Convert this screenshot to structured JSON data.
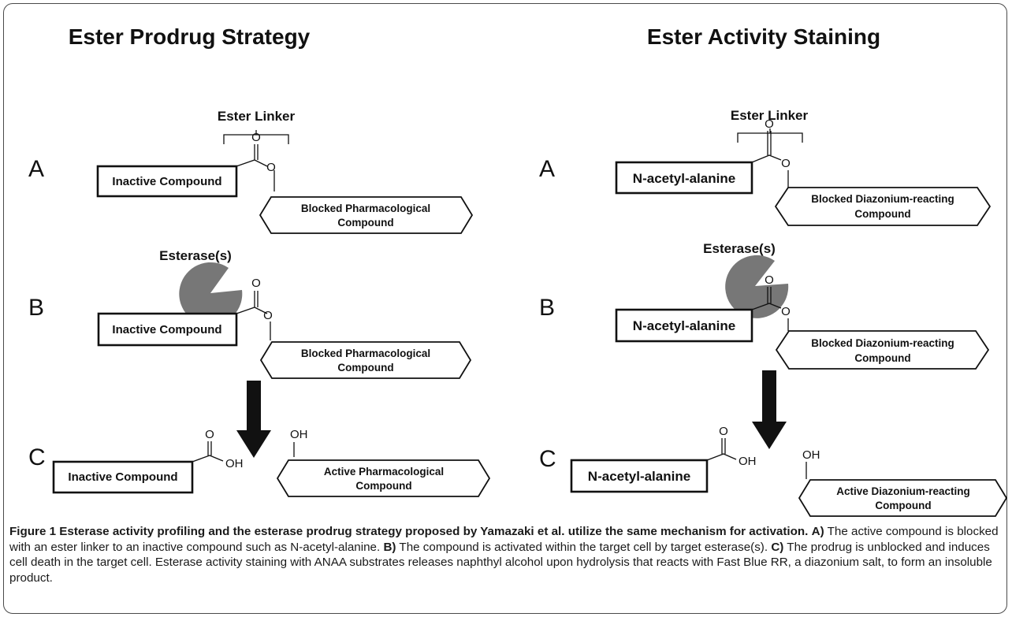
{
  "left_panel": {
    "title": "Ester Prodrug Strategy",
    "linker_label": "Ester Linker",
    "row_a_letter": "A",
    "row_b_letter": "B",
    "row_c_letter": "C",
    "enzyme_label": "Esterase(s)",
    "left_box": "Inactive Compound",
    "blocked_line1": "Blocked Pharmacological",
    "blocked_line2": "Compound",
    "active_line1": "Active Pharmacological",
    "active_line2": "Compound"
  },
  "right_panel": {
    "title": "Ester Activity Staining",
    "linker_label": "Ester Linker",
    "row_a_letter": "A",
    "row_b_letter": "B",
    "row_c_letter": "C",
    "enzyme_label": "Esterase(s)",
    "left_box": "N-acetyl-alanine",
    "blocked_line1": "Blocked Diazonium-reacting",
    "blocked_line2": "Compound",
    "active_line1": "Active Diazonium-reacting",
    "active_line2": "Compound"
  },
  "chem": {
    "carbonyl_o": "O",
    "ester_o": "O",
    "acid_oh": "OH",
    "alcohol_oh": "OH"
  },
  "caption": {
    "fig_label": "Figure 1 Esterase activity profiling and the esterase prodrug strategy proposed by Yamazaki et al. utilize the same mechanism for activation.",
    "a_label": "A)",
    "a_text": " The active compound is blocked with an ester linker to an inactive compound such as N-acetyl-alanine. ",
    "b_label": "B)",
    "b_text": " The compound is activated within the target cell by target esterase(s). ",
    "c_label": "C)",
    "c_text": " The prodrug is unblocked and induces cell death in the target cell. Esterase activity staining with ANAA substrates releases naphthyl alcohol upon hydrolysis that reacts with Fast Blue RR, a diazonium salt, to form an insoluble product."
  },
  "colors": {
    "esterase": "#777777",
    "arrow": "#111111",
    "stroke": "#111111"
  }
}
